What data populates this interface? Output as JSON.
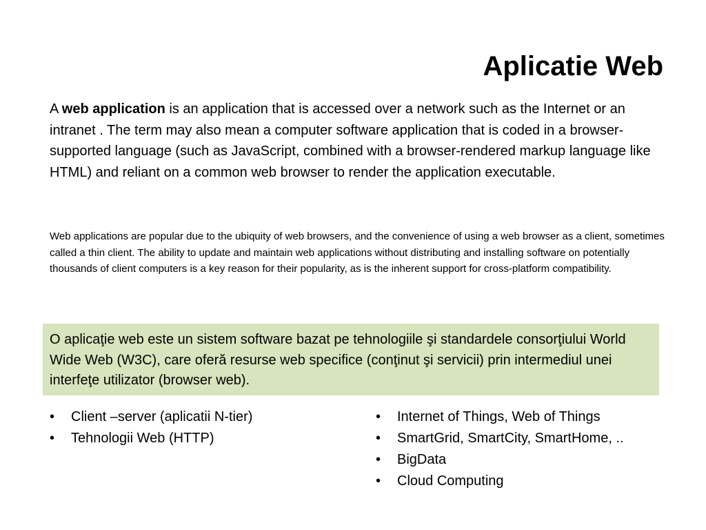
{
  "slide": {
    "title": "Aplicatie Web",
    "intro": {
      "prefix": "A ",
      "bold": "web application",
      "rest": " is an application that is accessed over a network such as the Internet or an intranet . The term may also mean a computer software application that is coded in a browser-supported language (such as JavaScript, combined with a browser-rendered markup language like HTML) and reliant on a common web browser to render the application executable."
    },
    "paragraph2": "Web applications are popular due to the ubiquity of web browsers, and the convenience of using a web browser as a client, sometimes called a thin client. The ability to update and maintain web applications without distributing and installing software on potentially thousands of client computers is a key reason for their popularity, as is the inherent support for cross-platform compatibility.",
    "highlight": "O aplicaţie web este un sistem software bazat pe tehnologiile şi standardele consorţiului World Wide Web (W3C), care oferă resurse web specifice (conţinut şi servicii) prin intermediul unei interfeţe utilizator (browser web).",
    "highlight_color": "#d7e4bd",
    "bullet_symbol": "•",
    "bullets_left": [
      "Client –server (aplicatii N-tier)",
      "Tehnologii Web (HTTP)"
    ],
    "bullets_right": [
      "Internet of Things, Web of Things",
      "SmartGrid, SmartCity, SmartHome, ..",
      "BigData",
      "Cloud Computing"
    ]
  }
}
